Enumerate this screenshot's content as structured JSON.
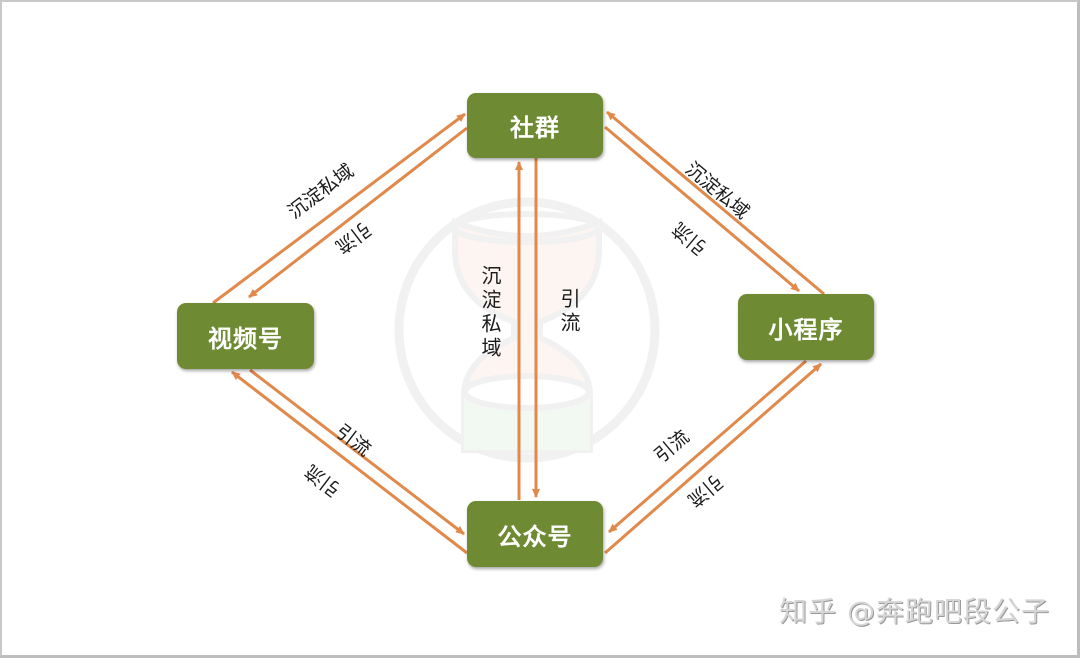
{
  "diagram": {
    "nodes": {
      "community": "社群",
      "video_channel": "视频号",
      "mini_program": "小程序",
      "official_account": "公众号"
    },
    "edges": [
      {
        "from": "视频号",
        "to": "社群",
        "label": "沉淀私域"
      },
      {
        "from": "社群",
        "to": "视频号",
        "label": "引流"
      },
      {
        "from": "小程序",
        "to": "社群",
        "label": "沉淀私域"
      },
      {
        "from": "社群",
        "to": "小程序",
        "label": "引流"
      },
      {
        "from": "公众号",
        "to": "社群",
        "label": "沉淀私域"
      },
      {
        "from": "社群",
        "to": "公众号",
        "label": "引流"
      },
      {
        "from": "视频号",
        "to": "公众号",
        "label": "引流"
      },
      {
        "from": "公众号",
        "to": "视频号",
        "label": "引流"
      },
      {
        "from": "小程序",
        "to": "公众号",
        "label": "引流"
      },
      {
        "from": "公众号",
        "to": "小程序",
        "label": "引流"
      }
    ],
    "labels": {
      "tl_upper": "沉淀私域",
      "tl_lower": "引流",
      "tr_upper": "沉淀私域",
      "tr_lower": "引流",
      "center_left": "沉淀私域",
      "center_right": "引流",
      "bl_upper": "引流",
      "bl_lower": "引流",
      "br_upper": "引流",
      "br_lower": "引流"
    },
    "colors": {
      "node_fill": "#6e8a33",
      "node_text": "#ffffff",
      "arrow": "#e0894a"
    }
  },
  "watermark": "知乎 @奔跑吧段公子"
}
